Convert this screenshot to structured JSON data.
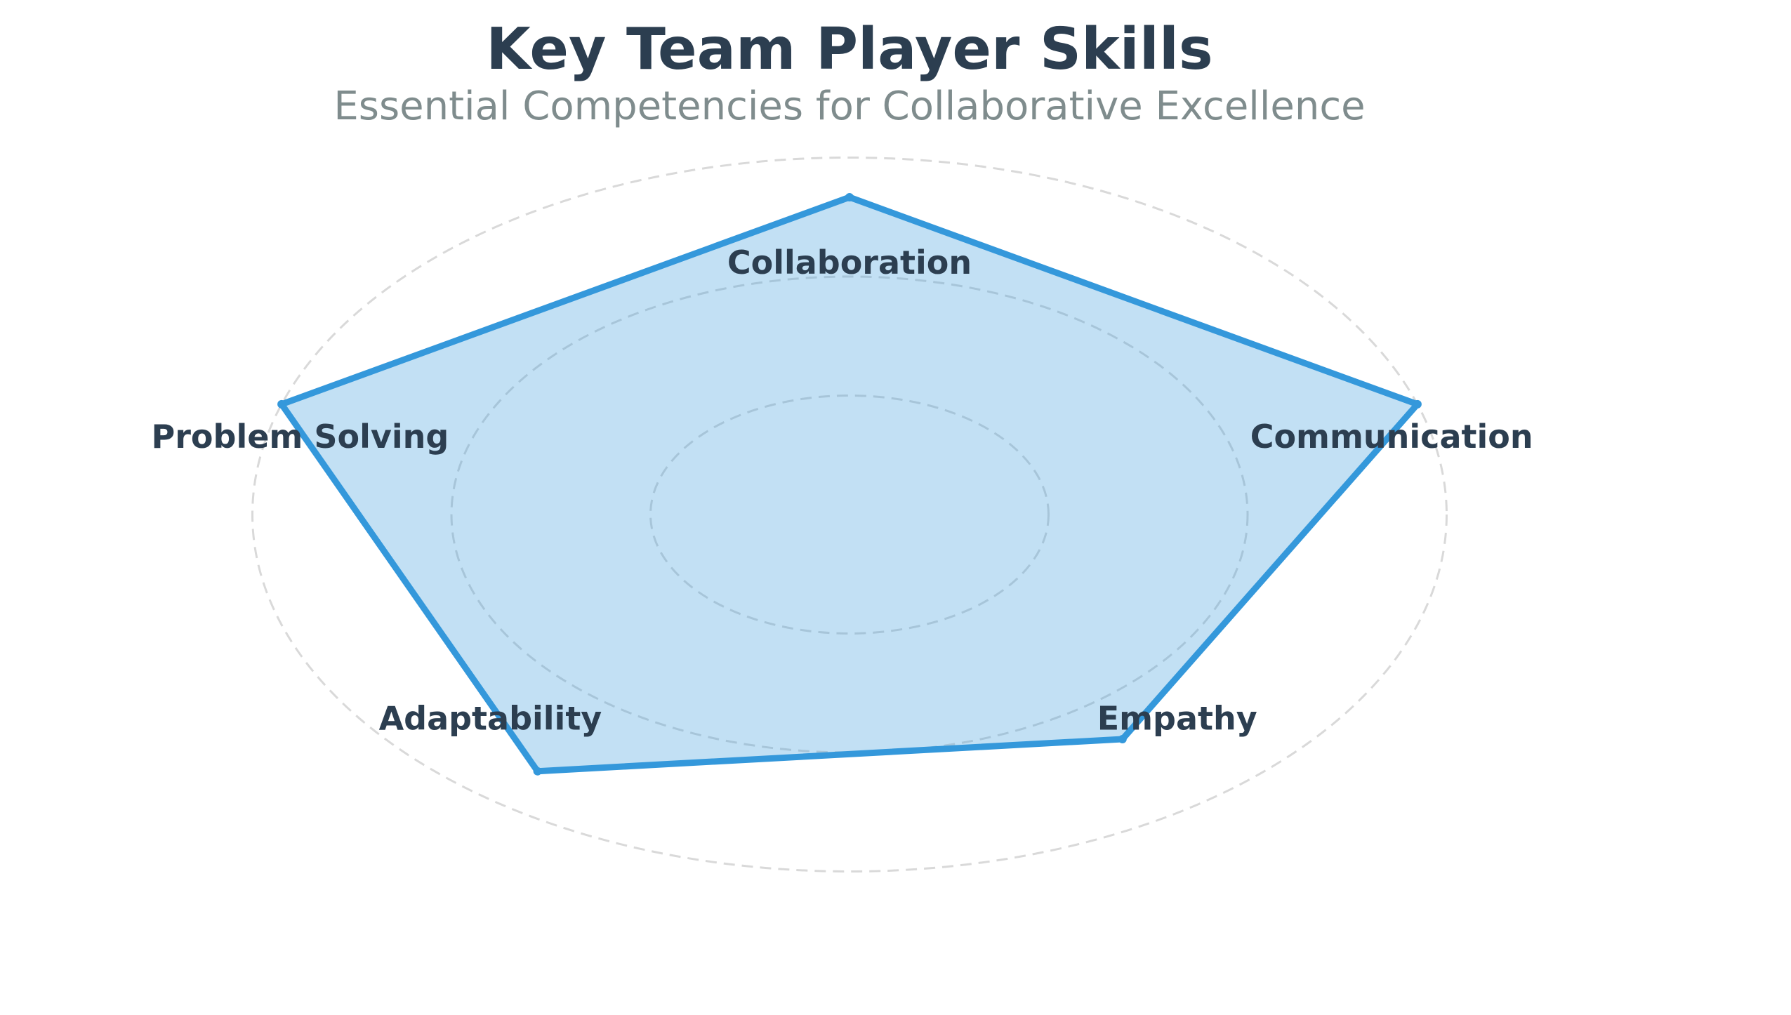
{
  "chart_data": {
    "type": "radar",
    "title": "Key Team Player Skills",
    "subtitle": "Essential Competencies for Collaborative Excellence",
    "categories": [
      "Collaboration",
      "Communication",
      "Empathy",
      "Adaptability",
      "Problem Solving"
    ],
    "series": [
      {
        "values": [
          8,
          9,
          7,
          8,
          9
        ],
        "color": "#3498db",
        "fill": "rgba(52,152,219,0.3)"
      }
    ],
    "rlim": [
      0,
      10
    ],
    "grid": true,
    "colors": {
      "grid": "#d9d9d9",
      "label": "#2c3e50",
      "title": "#2c3e50",
      "subtitle": "#7f8c8d"
    }
  }
}
